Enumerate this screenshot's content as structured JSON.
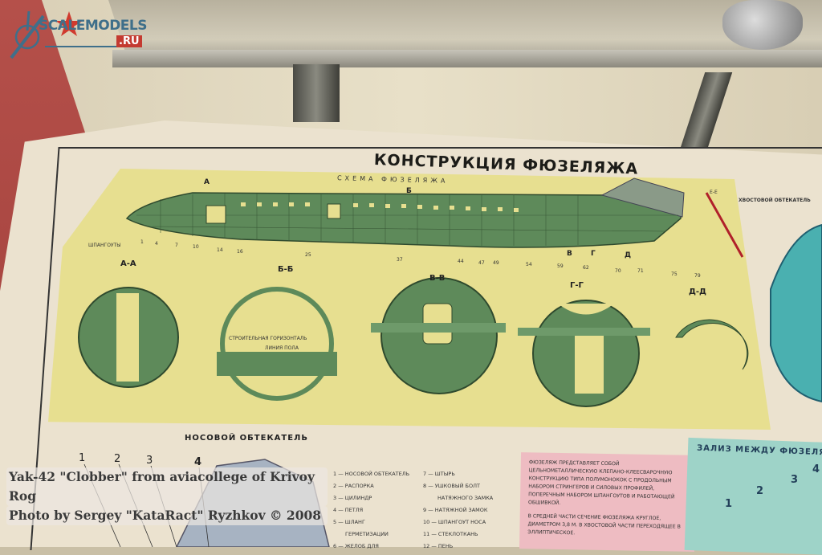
{
  "watermark": {
    "logo_text": "SCALEMODELS",
    "logo_suffix": ".RU"
  },
  "caption": {
    "line1": "Yak-42 \"Clobber\" from aviacollege of Krivoy Rog",
    "line2": "Photo by Sergey \"KataRact\" Ryzhkov © 2008"
  },
  "poster": {
    "title": "КОНСТРУКЦИЯ ФЮЗЕЛЯЖА",
    "subtitle": "СХЕМА ФЮЗЕЛЯЖА",
    "frames_label": "ШПАНГОУТЫ",
    "fuselage_numbers": [
      "1",
      "4",
      "7",
      "10",
      "14",
      "16",
      "25",
      "37",
      "44",
      "47",
      "49",
      "54",
      "59",
      "62",
      "70",
      "71",
      "75",
      "79"
    ],
    "section_marks": [
      "А",
      "Б",
      "В",
      "Г",
      "Д"
    ],
    "sections": [
      {
        "label": "А-А"
      },
      {
        "label": "Б-Б",
        "note1": "СТРОИТЕЛЬНАЯ ГОРИЗОНТАЛЬ",
        "note2": "ЛИНИЯ ПОЛА"
      },
      {
        "label": "В-В"
      },
      {
        "label": "Г-Г"
      },
      {
        "label": "Д-Д"
      }
    ],
    "tail_section": {
      "label": "Е-Е",
      "title": "ХВОСТОВОЙ ОБТЕКАТЕЛЬ"
    },
    "nose": {
      "title": "НОСОВОЙ ОБТЕКАТЕЛЬ",
      "numbers": [
        "1",
        "2",
        "3",
        "4"
      ]
    },
    "legend_left": [
      "1 — НОСОВОЙ ОБТЕКАТЕЛЬ",
      "2 — РАСПОРКА",
      "3 — ЦИЛИНДР",
      "4 — ПЕТЛЯ",
      "5 — ШЛАНГ",
      "ГЕРМЕТИЗАЦИИ",
      "6 — ЖЕЛОБ ДЛЯ"
    ],
    "legend_right": [
      "7 — ШТЫРЬ",
      "8 — УШКОВЫЙ БОЛТ",
      "НАТЯЖНОГО ЗАМКА",
      "9 — НАТЯЖНОЙ ЗАМОК",
      "10 — ШПАНГОУТ НОСА",
      "11 — СТЕКЛОТКАНЬ",
      "12 — ПЕНЬ"
    ],
    "description": [
      "ФЮЗЕЛЯЖ ПРЕДСТАВЛЯЕТ СОБОЙ ЦЕЛЬНОМЕТАЛЛИЧЕСКУЮ КЛЕПАНО-КЛЕЕСВАРОЧНУЮ КОНСТРУКЦИЮ ТИПА ПОЛУМОНОКОК С ПРОДОЛЬНЫМ НАБОРОМ СТРИНГЕРОВ И СИЛОВЫХ ПРОФИЛЕЙ, ПОПЕРЕЧНЫМ НАБОРОМ ШПАНГОУТОВ И РАБОТАЮЩЕЙ ОБШИВКОЙ.",
      "В СРЕДНЕЙ ЧАСТИ СЕЧЕНИЕ ФЮЗЕЛЯЖА КРУГЛОЕ, ДИАМЕТРОМ 3,8 М. В ХВОСТОВОЙ ЧАСТИ ПЕРЕХОДЯЩЕЕ В ЭЛЛИПТИЧЕСКОЕ."
    ],
    "fairing_panel": {
      "title": "ЗАЛИЗ МЕЖДУ ФЮЗЕЛЯЖЕМ",
      "numbers": [
        "1",
        "2",
        "3",
        "4"
      ]
    }
  },
  "colors": {
    "poster_yellow": "#e7df90",
    "drawing_green": "#5e8a5a",
    "pink_box": "#eebcc2",
    "teal_panel": "#9ed3c8",
    "floor_red": "#a8443f"
  }
}
